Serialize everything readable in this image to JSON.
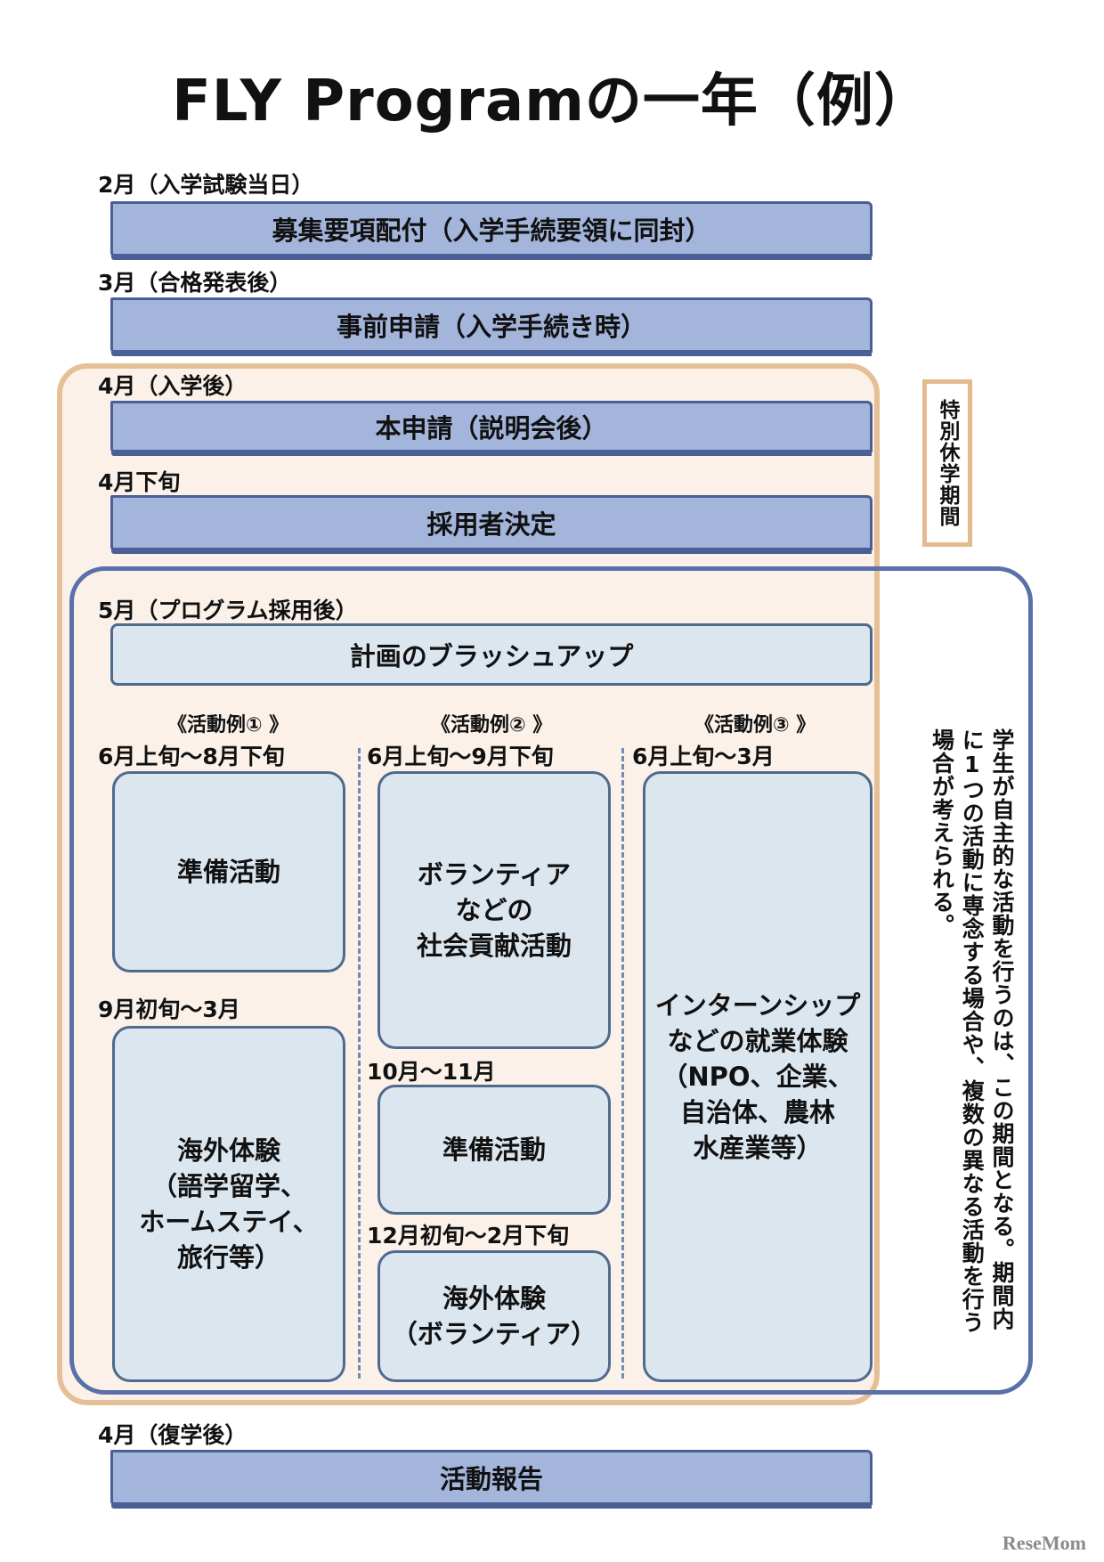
{
  "title": "FLY Programの一年（例）",
  "steps": [
    {
      "label": "2月（入学試験当日）",
      "banner": "募集要項配付（入学手続要領に同封）"
    },
    {
      "label": "3月（合格発表後）",
      "banner": "事前申請（入学手続き時）"
    },
    {
      "label": "4月（入学後）",
      "banner": "本申請（説明会後）"
    },
    {
      "label": "4月下旬",
      "banner": "採用者決定"
    }
  ],
  "special_leave": "特別休学期間",
  "program": {
    "label": "5月（プログラム採用後）",
    "plan_box": "計画のブラッシュアップ"
  },
  "activities": [
    {
      "heading": "《活動例① 》",
      "period1": "6月上旬～8月下旬",
      "box1": "準備活動",
      "period2": "9月初旬～3月",
      "box2": "海外体験\n（語学留学、\nホームステイ、\n旅行等）"
    },
    {
      "heading": "《活動例② 》",
      "period1": "6月上旬～9月下旬",
      "box1": "ボランティア\nなどの\n社会貢献活動",
      "period2": "10月～11月",
      "box2": "準備活動",
      "period3": "12月初旬～2月下旬",
      "box3": "海外体験\n（ボランティア）"
    },
    {
      "heading": "《活動例③ 》",
      "period1": "6月上旬～3月",
      "box1": "インターンシップ\nなどの就業体験\n（NPO、企業、\n自治体、農林\n水産業等）"
    }
  ],
  "note": "学生が自主的な活動を行うのは、この期間となる。期間内に1つの活動に専念する場合や、複数の異なる活動を行う場合が考えられる。",
  "final": {
    "label": "4月（復学後）",
    "banner": "活動報告"
  },
  "watermark": "ReseMom",
  "colors": {
    "banner_fill": "#a4b5dc",
    "banner_border": "#4a5f95",
    "box_fill": "#dbe6ef",
    "orange_frame": "#e5bf96",
    "blue_frame": "#5a70a8"
  }
}
